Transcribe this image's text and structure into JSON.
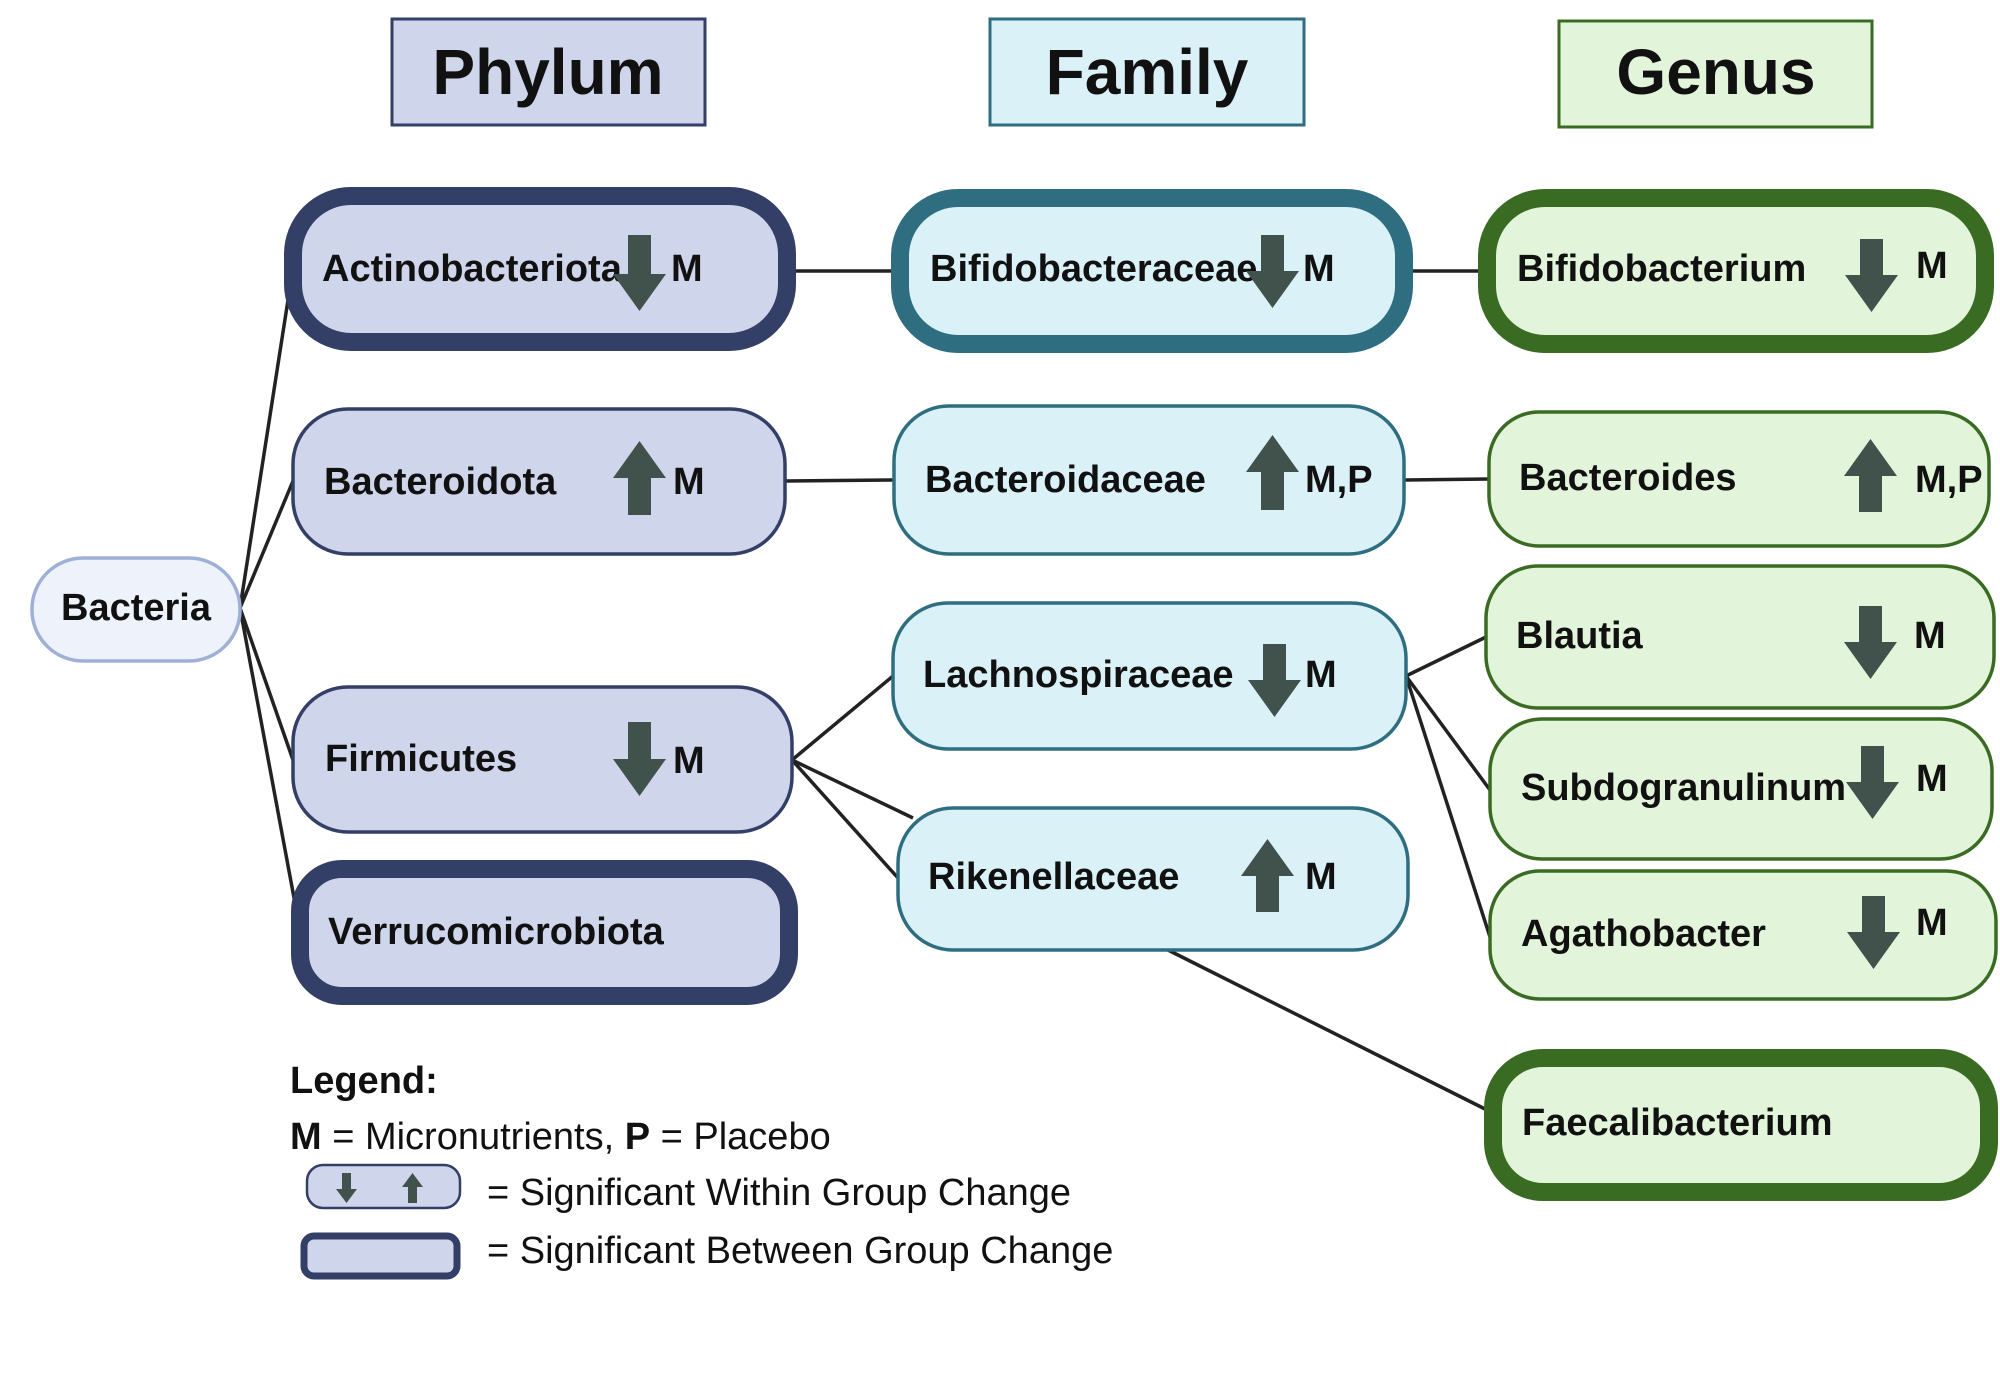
{
  "headers": {
    "phylum": "Phylum",
    "family": "Family",
    "genus": "Genus"
  },
  "colors": {
    "phylum_fill": "#cfd5ea",
    "phylum_border": "#333f66",
    "family_fill": "#d9f1f7",
    "family_border": "#2f6e80",
    "genus_fill": "#e2f4da",
    "genus_border": "#3a6b23",
    "root_fill": "#eef3fb",
    "root_border": "#9fb0d6",
    "arrow": "#41524d",
    "line": "#222222"
  },
  "root": {
    "label": "Bacteria"
  },
  "phylum": [
    {
      "label": "Actinobacteriota",
      "direction": "down",
      "groups": "M",
      "between_group": true
    },
    {
      "label": "Bacteroidota",
      "direction": "up",
      "groups": "M",
      "between_group": false
    },
    {
      "label": "Firmicutes",
      "direction": "down",
      "groups": "M",
      "between_group": false
    },
    {
      "label": "Verrucomicrobiota",
      "direction": "",
      "groups": "",
      "between_group": true
    }
  ],
  "family": [
    {
      "label": "Bifidobacteraceae",
      "direction": "down",
      "groups": "M",
      "between_group": true
    },
    {
      "label": "Bacteroidaceae",
      "direction": "up",
      "groups": "M,P",
      "between_group": false
    },
    {
      "label": "Lachnospiraceae",
      "direction": "down",
      "groups": "M",
      "between_group": false
    },
    {
      "label": "Rikenellaceae",
      "direction": "up",
      "groups": "M",
      "between_group": false
    }
  ],
  "genus": [
    {
      "label": "Bifidobacterium",
      "direction": "down",
      "groups": "M",
      "between_group": true
    },
    {
      "label": "Bacteroides",
      "direction": "up",
      "groups": "M,P",
      "between_group": false
    },
    {
      "label": "Blautia",
      "direction": "down",
      "groups": "M",
      "between_group": false
    },
    {
      "label": "Subdogranulinum",
      "direction": "down",
      "groups": "M",
      "between_group": false
    },
    {
      "label": "Agathobacter",
      "direction": "down",
      "groups": "M",
      "between_group": false
    },
    {
      "label": "Faecalibacterium",
      "direction": "",
      "groups": "",
      "between_group": true
    }
  ],
  "legend": {
    "title": "Legend:",
    "m_key": "M",
    "m_desc": " = Micronutrients, ",
    "p_key": "P",
    "p_desc": " = Placebo",
    "within": "= Significant Within Group Change",
    "between": "= Significant Between Group Change"
  }
}
